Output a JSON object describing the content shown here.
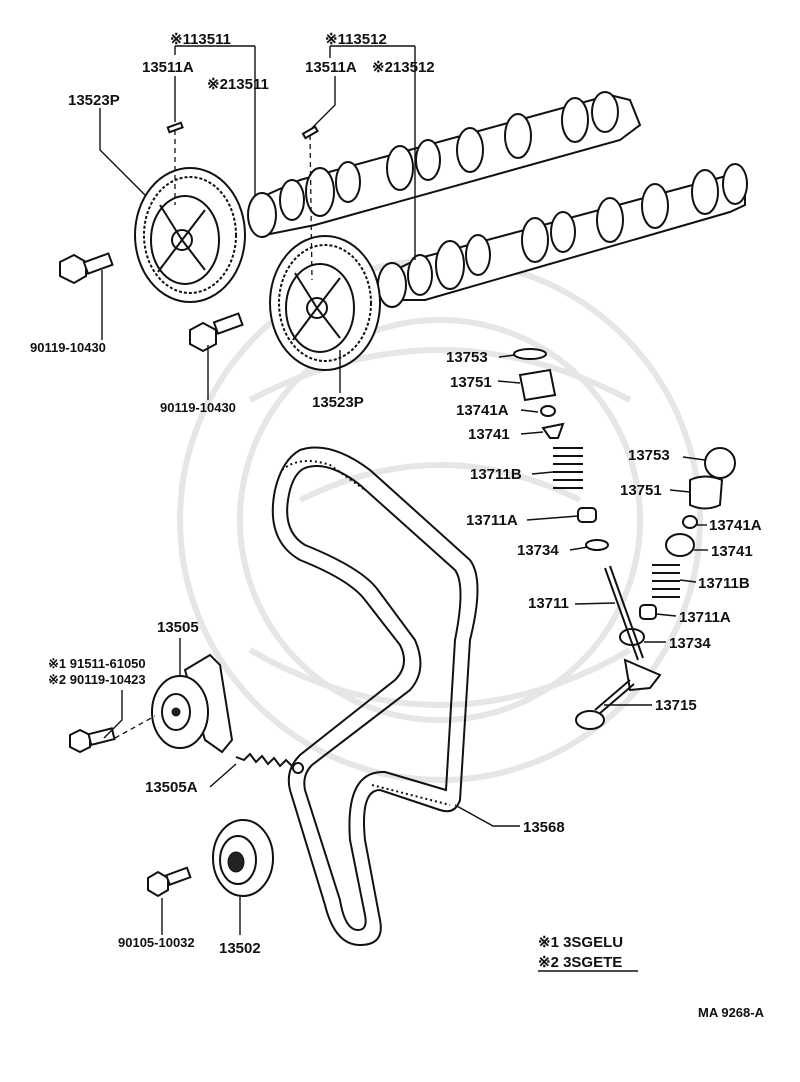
{
  "labels": {
    "l_13511_s1": "※113511",
    "l_13511a_l": "13511A",
    "l_13511_s2": "※213511",
    "l_13523p_top": "13523P",
    "l_13512_s1": "※113512",
    "l_13511a_r": "13511A",
    "l_13512_s2": "※213512",
    "l_90119_a": "90119-10430",
    "l_90119_b": "90119-10430",
    "l_13523p_bot": "13523P",
    "l_13753_a": "13753",
    "l_13751_a": "13751",
    "l_13741a_a": "13741A",
    "l_13741_a": "13741",
    "l_13711b_a": "13711B",
    "l_13711a_a": "13711A",
    "l_13734_a": "13734",
    "l_13753_b": "13753",
    "l_13751_b": "13751",
    "l_13741a_b": "13741A",
    "l_13741_b": "13741",
    "l_13711b_b": "13711B",
    "l_13711": "13711",
    "l_13711a_b": "13711A",
    "l_13734_b": "13734",
    "l_13715": "13715",
    "l_13505": "13505",
    "l_91511": "※1 91511-61050",
    "l_90119_c": "※2 90119-10423",
    "l_13505a": "13505A",
    "l_13568": "13568",
    "l_90105": "90105-10032",
    "l_13502": "13502"
  },
  "legend": {
    "note1": "※1 3SGELU",
    "note2": "※2 3SGETE"
  },
  "catalog_code": "MA 9268-A"
}
